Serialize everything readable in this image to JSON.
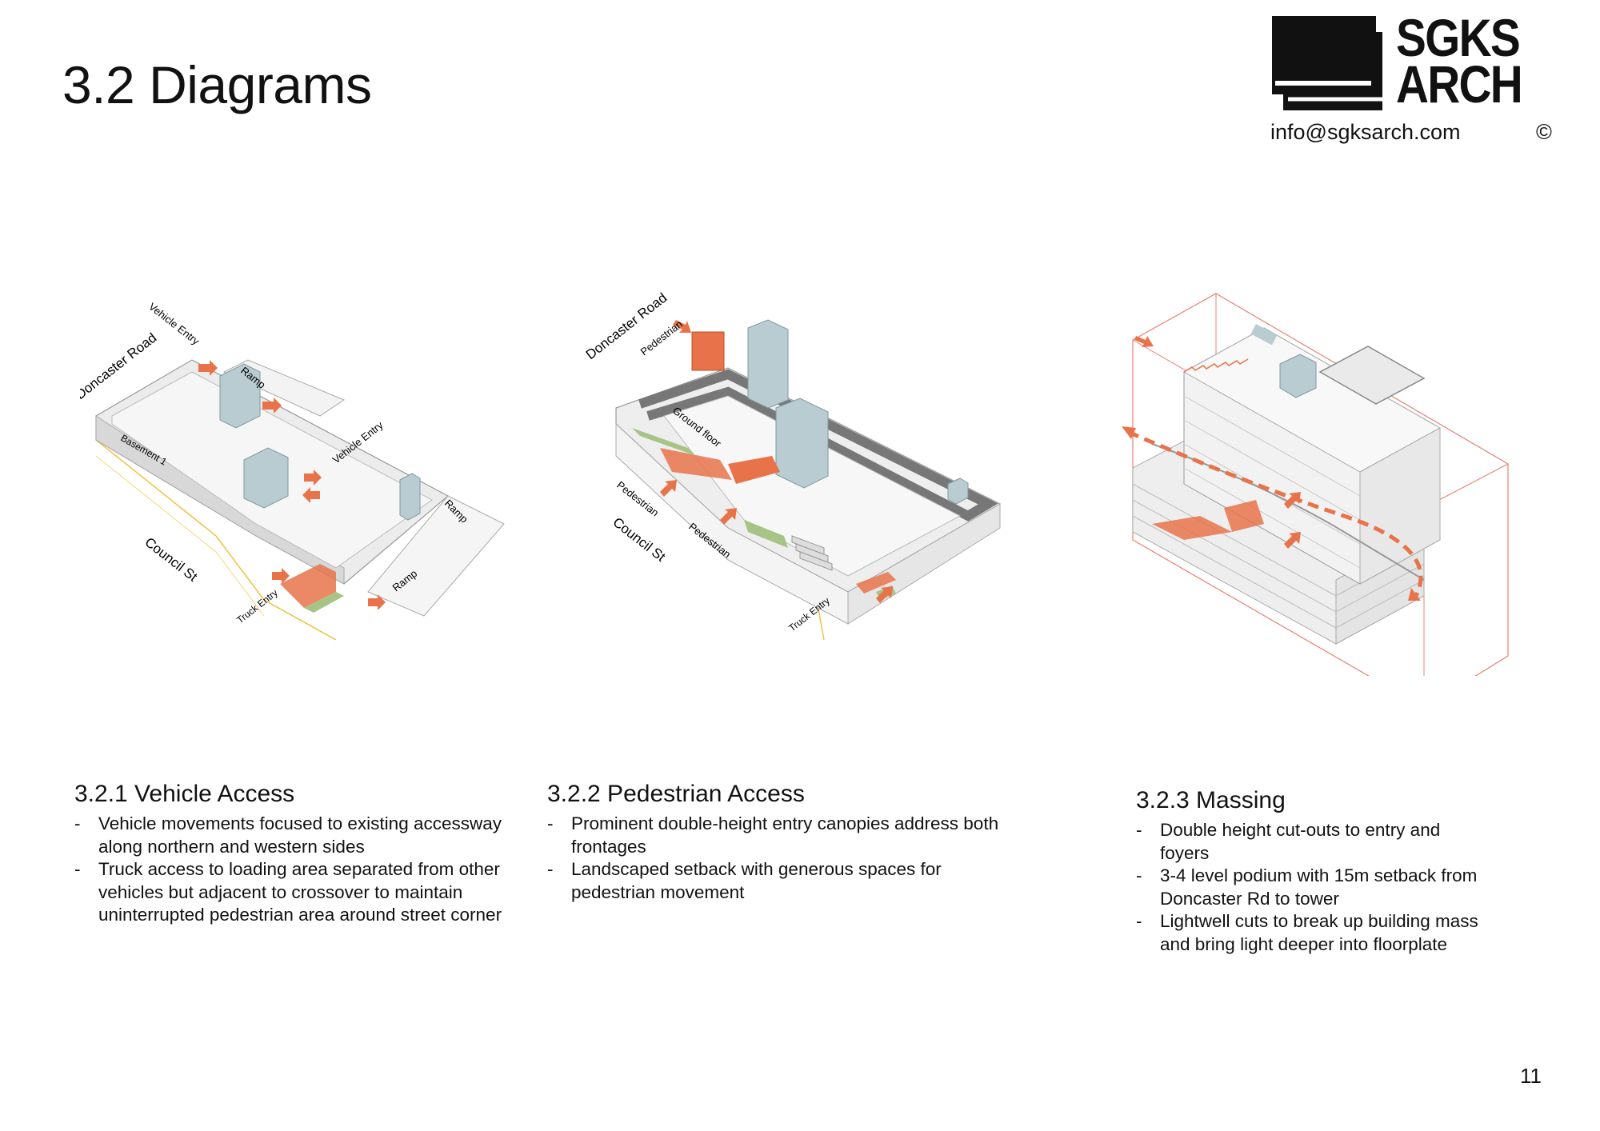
{
  "header": {
    "title": "3.2 Diagrams",
    "logo_line1": "SGKS",
    "logo_line2": "ARCH",
    "email": "info@sgksarch.com",
    "copyright": "©"
  },
  "colors": {
    "accent_orange": "#e8734a",
    "service_blue": "#b9ccd2",
    "grey_wall": "#8a8a8a",
    "site_outline": "#f0c040",
    "green_landscape": "#a7c486"
  },
  "diagrams": {
    "vehicle": {
      "labels": {
        "vehicle_entry_top": "Vehicle Entry",
        "doncaster_road": "Doncaster Road",
        "ramp_top": "Ramp",
        "basement": "Basement 1",
        "vehicle_entry_mid": "Vehicle Entry",
        "ramp_right": "Ramp",
        "council_st": "Council St",
        "truck_entry": "Truck Entry",
        "ramp_bottom": "Ramp"
      }
    },
    "pedestrian": {
      "labels": {
        "doncaster_road": "Doncaster Road",
        "pedestrian_top": "Pedestrian",
        "ground_floor": "Ground floor",
        "pedestrian_left": "Pedestrian",
        "council_st": "Council St",
        "pedestrian_bottom": "Pedestrian",
        "truck_entry": "Truck Entry"
      }
    }
  },
  "sections": [
    {
      "heading": "3.2.1 Vehicle Access",
      "bullets": [
        "Vehicle movements focused to existing accessway along northern and western sides",
        "Truck access to loading area separated from other vehicles but adjacent to crossover to maintain uninterrupted pedestrian area around street corner"
      ]
    },
    {
      "heading": "3.2.2 Pedestrian Access",
      "bullets": [
        "Prominent double-height entry canopies address both frontages",
        "Landscaped setback with generous spaces for pedestrian movement"
      ]
    },
    {
      "heading": "3.2.3 Massing",
      "bullets": [
        "Double height cut-outs to entry and foyers",
        "3-4 level podium with 15m setback from Doncaster Rd to tower",
        "Lightwell cuts to break up building mass and bring light deeper into floorplate"
      ]
    }
  ],
  "footer": {
    "page_number": "11"
  }
}
